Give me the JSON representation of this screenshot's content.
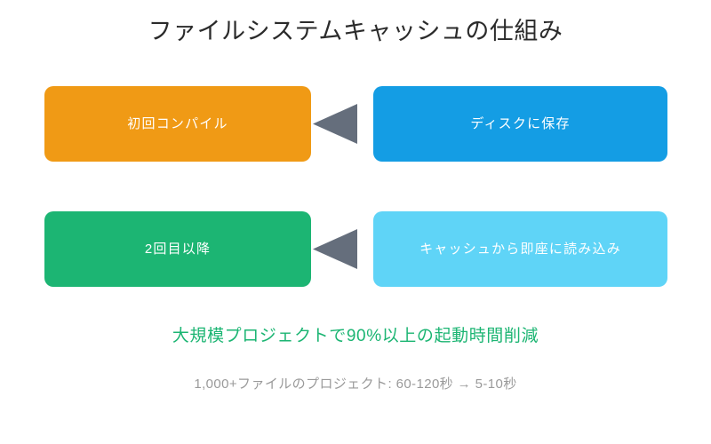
{
  "page": {
    "title": "ファイルシステムキャッシュの仕組み",
    "background_color": "#ffffff",
    "title_color": "#2b2b2b"
  },
  "diagram": {
    "arrow_color": "#656e7c",
    "arrow_icon": "triangle-left-icon",
    "rows": [
      {
        "id": "first-compile",
        "left_node": {
          "label": "初回コンパイル",
          "color": "#f09a15",
          "text_color": "#ffffff"
        },
        "arrow_label": "triangle-left-icon",
        "right_node": {
          "label": "ディスクに保存",
          "color": "#149de4",
          "text_color": "#ffffff"
        }
      },
      {
        "id": "subsequent-runs",
        "left_node": {
          "label": "2回目以降",
          "color": "#1cb573",
          "text_color": "#ffffff"
        },
        "arrow_label": "triangle-left-icon",
        "right_node": {
          "label": "キャッシュから即座に読み込み",
          "color": "#5fd4f7",
          "text_color": "#ffffff"
        }
      }
    ]
  },
  "summary": {
    "highlight": "大規模プロジェクトで90%以上の起動時間削減",
    "highlight_color": "#1cb573",
    "caption": "1,000+ファイルのプロジェクト: 60-120秒 → 5-10秒",
    "caption_color": "#9a9a9a"
  }
}
